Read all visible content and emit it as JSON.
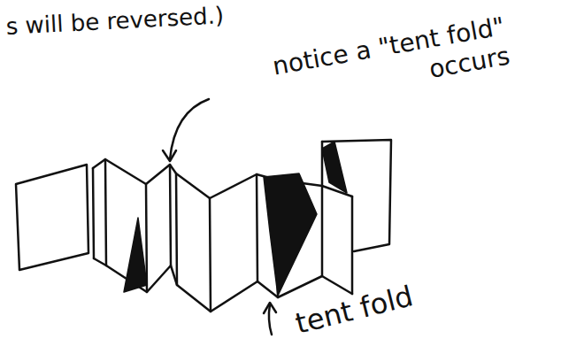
{
  "diagram": {
    "labels": [
      "s will be reversed.)",
      "notice a \"tent fold\" occurs",
      "tent fold"
    ]
  }
}
